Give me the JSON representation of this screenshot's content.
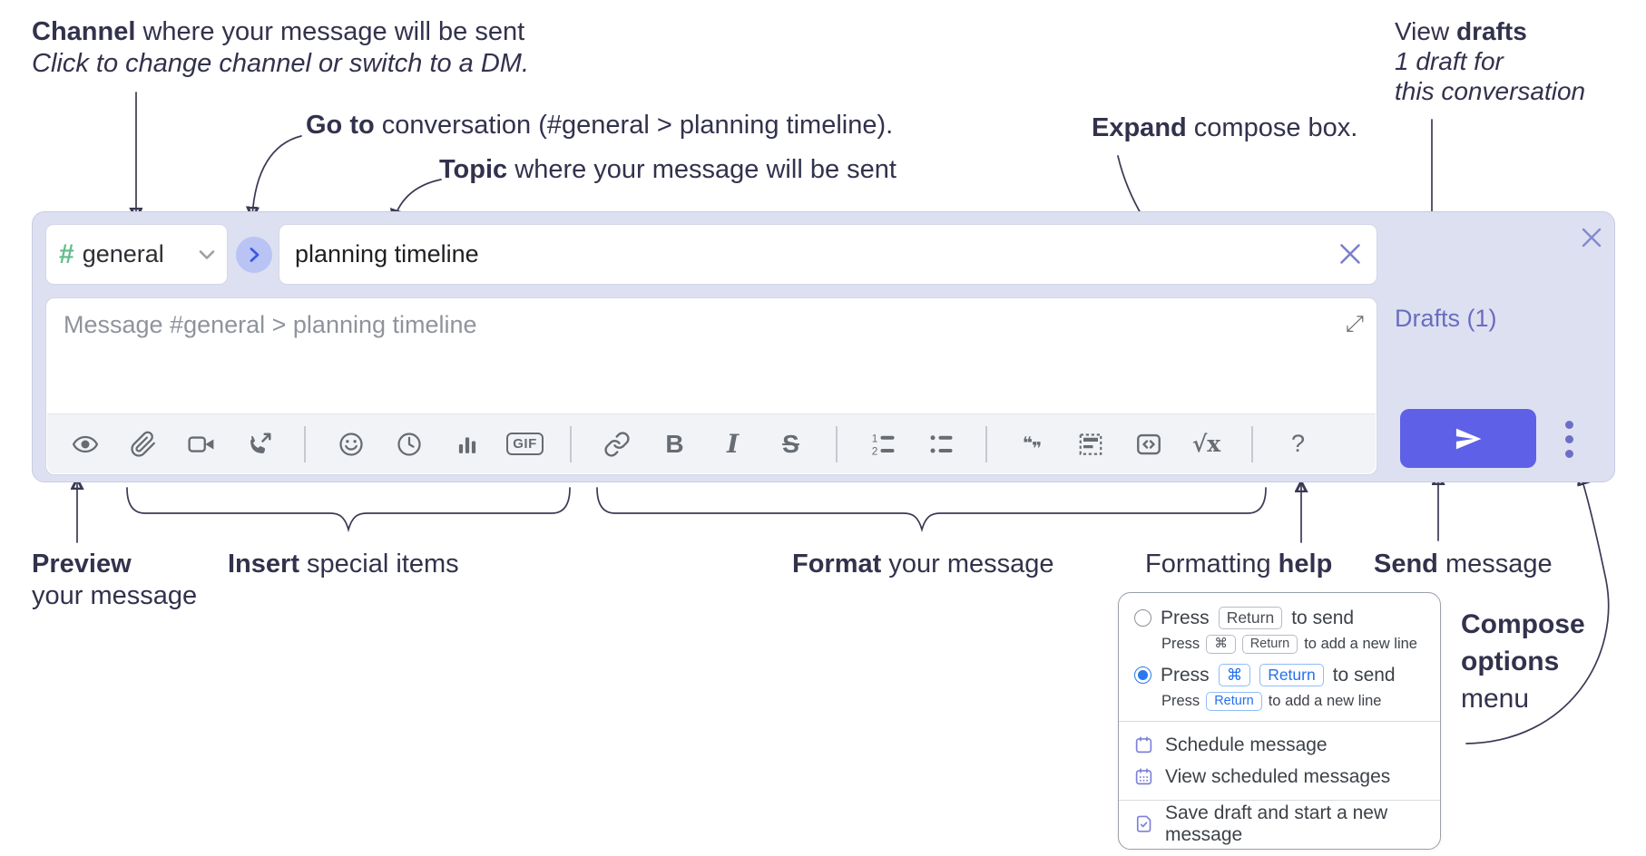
{
  "annotations": {
    "channel_line1_bold": "Channel",
    "channel_line1_rest": " where your message will be sent",
    "channel_line2": "Click to change channel or switch to a DM.",
    "goto_bold": "Go to",
    "goto_rest": " conversation (#general > planning timeline).",
    "topic_bold": "Topic",
    "topic_rest": " where your message will be sent",
    "expand_bold": "Expand",
    "expand_rest": " compose box.",
    "drafts_line1_rest": "View ",
    "drafts_line1_bold": "drafts",
    "drafts_line2": "1 draft for",
    "drafts_line3": "this conversation",
    "preview_bold": "Preview",
    "preview_line2": "your message",
    "insert_bold": "Insert",
    "insert_rest": " special items",
    "format_bold": "Format",
    "format_rest": " your message",
    "help_rest": "Formatting ",
    "help_bold": "help",
    "send_bold": "Send",
    "send_rest": " message",
    "compose_menu_line1": "Compose",
    "compose_menu_line2": "options",
    "compose_menu_line3": "menu"
  },
  "compose": {
    "channel": {
      "hash": "#",
      "name": "general"
    },
    "topic_value": "planning timeline",
    "message_placeholder": "Message #general > planning timeline",
    "drafts_link": "Drafts (1)",
    "toolbar": [
      {
        "name": "preview-message",
        "icon": "eye"
      },
      {
        "name": "attach-file",
        "icon": "clip"
      },
      {
        "name": "start-video-call",
        "icon": "video"
      },
      {
        "name": "start-audio-call",
        "icon": "phone"
      },
      {
        "divider": true
      },
      {
        "name": "add-emoji",
        "icon": "smiley"
      },
      {
        "name": "add-global-time",
        "icon": "clock"
      },
      {
        "name": "add-poll",
        "icon": "chart"
      },
      {
        "name": "add-gif",
        "text": "GIF",
        "cls": "tb-gifbox"
      },
      {
        "divider": true
      },
      {
        "name": "insert-link",
        "icon": "link"
      },
      {
        "name": "bold",
        "text": "B",
        "cls": "tb-bold"
      },
      {
        "name": "italic",
        "text": "I",
        "cls": "tb-italic"
      },
      {
        "name": "strikethrough",
        "text": "S",
        "cls": "tb-strike"
      },
      {
        "divider": true
      },
      {
        "name": "numbered-list",
        "icon": "ol"
      },
      {
        "name": "bulleted-list",
        "icon": "ul"
      },
      {
        "divider": true
      },
      {
        "name": "quote",
        "icon": "quote"
      },
      {
        "name": "spoiler",
        "icon": "spoiler"
      },
      {
        "name": "code-block",
        "icon": "code"
      },
      {
        "name": "math",
        "text": "√x",
        "cls": "tb-math"
      },
      {
        "divider": true
      },
      {
        "name": "formatting-help",
        "text": "?",
        "cls": "tb-help"
      }
    ],
    "expand_glyph": "⤢"
  },
  "menu": {
    "option1": {
      "press": "Press",
      "key1": "Return",
      "suffix": "to send"
    },
    "option1_sub": {
      "press": "Press",
      "key1": "⌘",
      "key2": "Return",
      "suffix": "to add a new line"
    },
    "option2": {
      "press": "Press",
      "key1": "⌘",
      "key2": "Return",
      "suffix": "to send"
    },
    "option2_sub": {
      "press": "Press",
      "key1": "Return",
      "suffix": "to add a new line"
    },
    "items": {
      "schedule": "Schedule message",
      "view_scheduled": "View scheduled messages",
      "save_draft": "Save draft and start a new message"
    }
  },
  "colors": {
    "compose_bg": "#dde0f1",
    "send_button": "#5e60e7",
    "link_purple": "#696dbf",
    "channel_green": "#62bd8b",
    "selected_blue": "#2878f0"
  }
}
